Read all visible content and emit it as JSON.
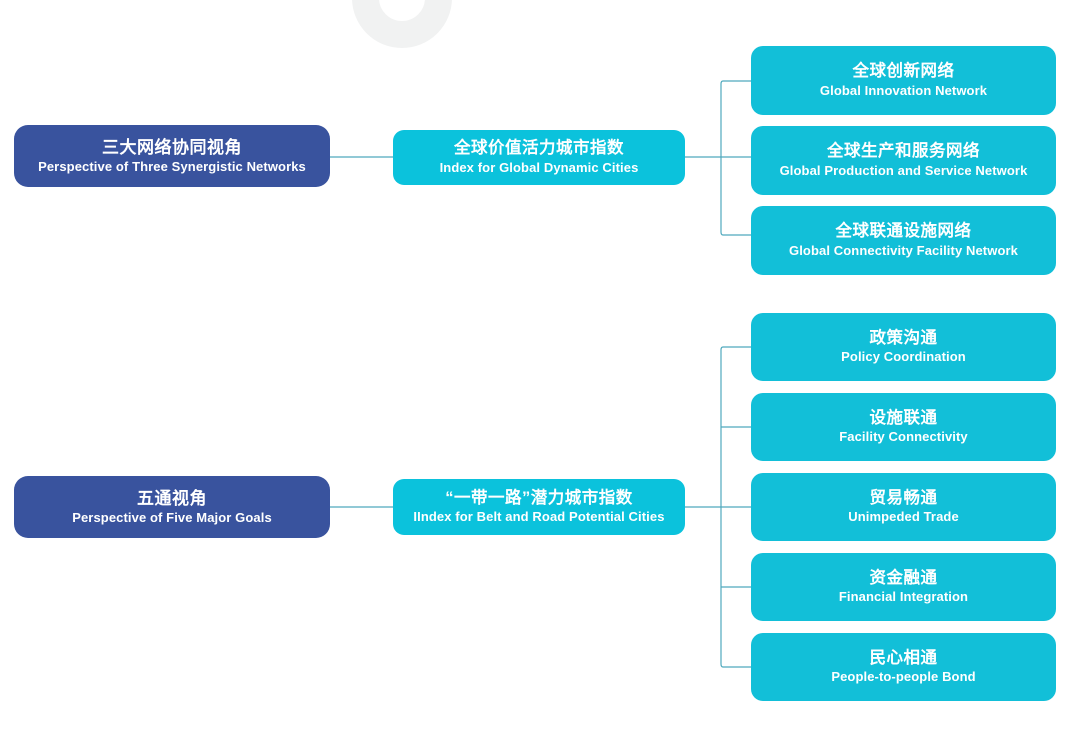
{
  "diagram": {
    "title_cn": "",
    "colors": {
      "perspective_box": "#39539E",
      "index_box": "#0BC2DC",
      "leaf_box": "#12BFD8",
      "connector_line": "#4FA9BD",
      "background": "#FFFFFF",
      "watermark": "#F1F2F2",
      "text": "#FFFFFF"
    },
    "groups": [
      {
        "id": "three-synergistic-networks",
        "perspective": {
          "cn": "三大网络协同视角",
          "en": "Perspective of Three Synergistic Networks"
        },
        "index": {
          "cn": "全球价值活力城市指数",
          "en": "Index for Global Dynamic Cities"
        },
        "leaves": [
          {
            "cn": "全球创新网络",
            "en": "Global Innovation Network"
          },
          {
            "cn": "全球生产和服务网络",
            "en": "Global Production and Service Network"
          },
          {
            "cn": "全球联通设施网络",
            "en": "Global Connectivity Facility Network"
          }
        ]
      },
      {
        "id": "five-major-goals",
        "perspective": {
          "cn": "五通视角",
          "en": "Perspective of Five Major Goals"
        },
        "index": {
          "cn": "“一带一路”潜力城市指数",
          "en": "IIndex for Belt and Road Potential Cities"
        },
        "leaves": [
          {
            "cn": "政策沟通",
            "en": "Policy Coordination"
          },
          {
            "cn": "设施联通",
            "en": "Facility Connectivity"
          },
          {
            "cn": "贸易畅通",
            "en": "Unimpeded Trade"
          },
          {
            "cn": "资金融通",
            "en": "Financial Integration"
          },
          {
            "cn": "民心相通",
            "en": "People-to-people Bond"
          }
        ]
      }
    ]
  }
}
